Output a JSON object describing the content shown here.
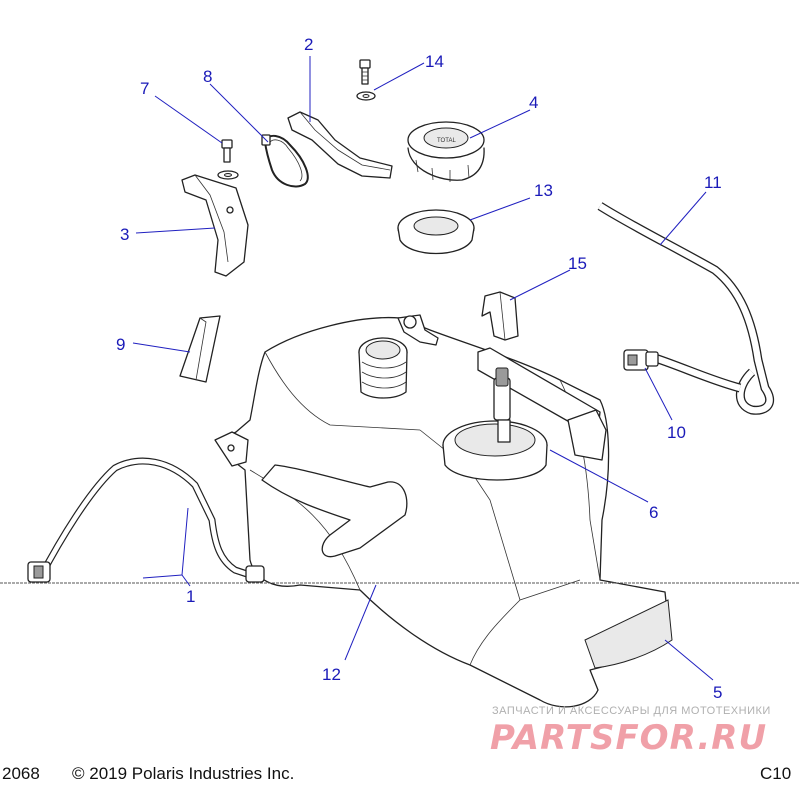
{
  "diagram": {
    "callouts": [
      {
        "id": "c1",
        "label": "1"
      },
      {
        "id": "c2",
        "label": "2"
      },
      {
        "id": "c3",
        "label": "3"
      },
      {
        "id": "c4",
        "label": "4"
      },
      {
        "id": "c5",
        "label": "5"
      },
      {
        "id": "c6",
        "label": "6"
      },
      {
        "id": "c7",
        "label": "7"
      },
      {
        "id": "c8",
        "label": "8"
      },
      {
        "id": "c9",
        "label": "9"
      },
      {
        "id": "c10",
        "label": "10"
      },
      {
        "id": "c11",
        "label": "11"
      },
      {
        "id": "c12",
        "label": "12"
      },
      {
        "id": "c13",
        "label": "13"
      },
      {
        "id": "c14",
        "label": "14"
      },
      {
        "id": "c15",
        "label": "15"
      }
    ],
    "cap_text": "TOTAL"
  },
  "footer": {
    "figure_number": "2068",
    "copyright": "© 2019 Polaris Industries Inc.",
    "page_code": "C10"
  },
  "watermark": {
    "tagline": "ЗАПЧАСТИ И АКСЕССУАРЫ ДЛЯ МОТОТЕХНИКИ",
    "logo": "PARTSFOR.RU"
  }
}
